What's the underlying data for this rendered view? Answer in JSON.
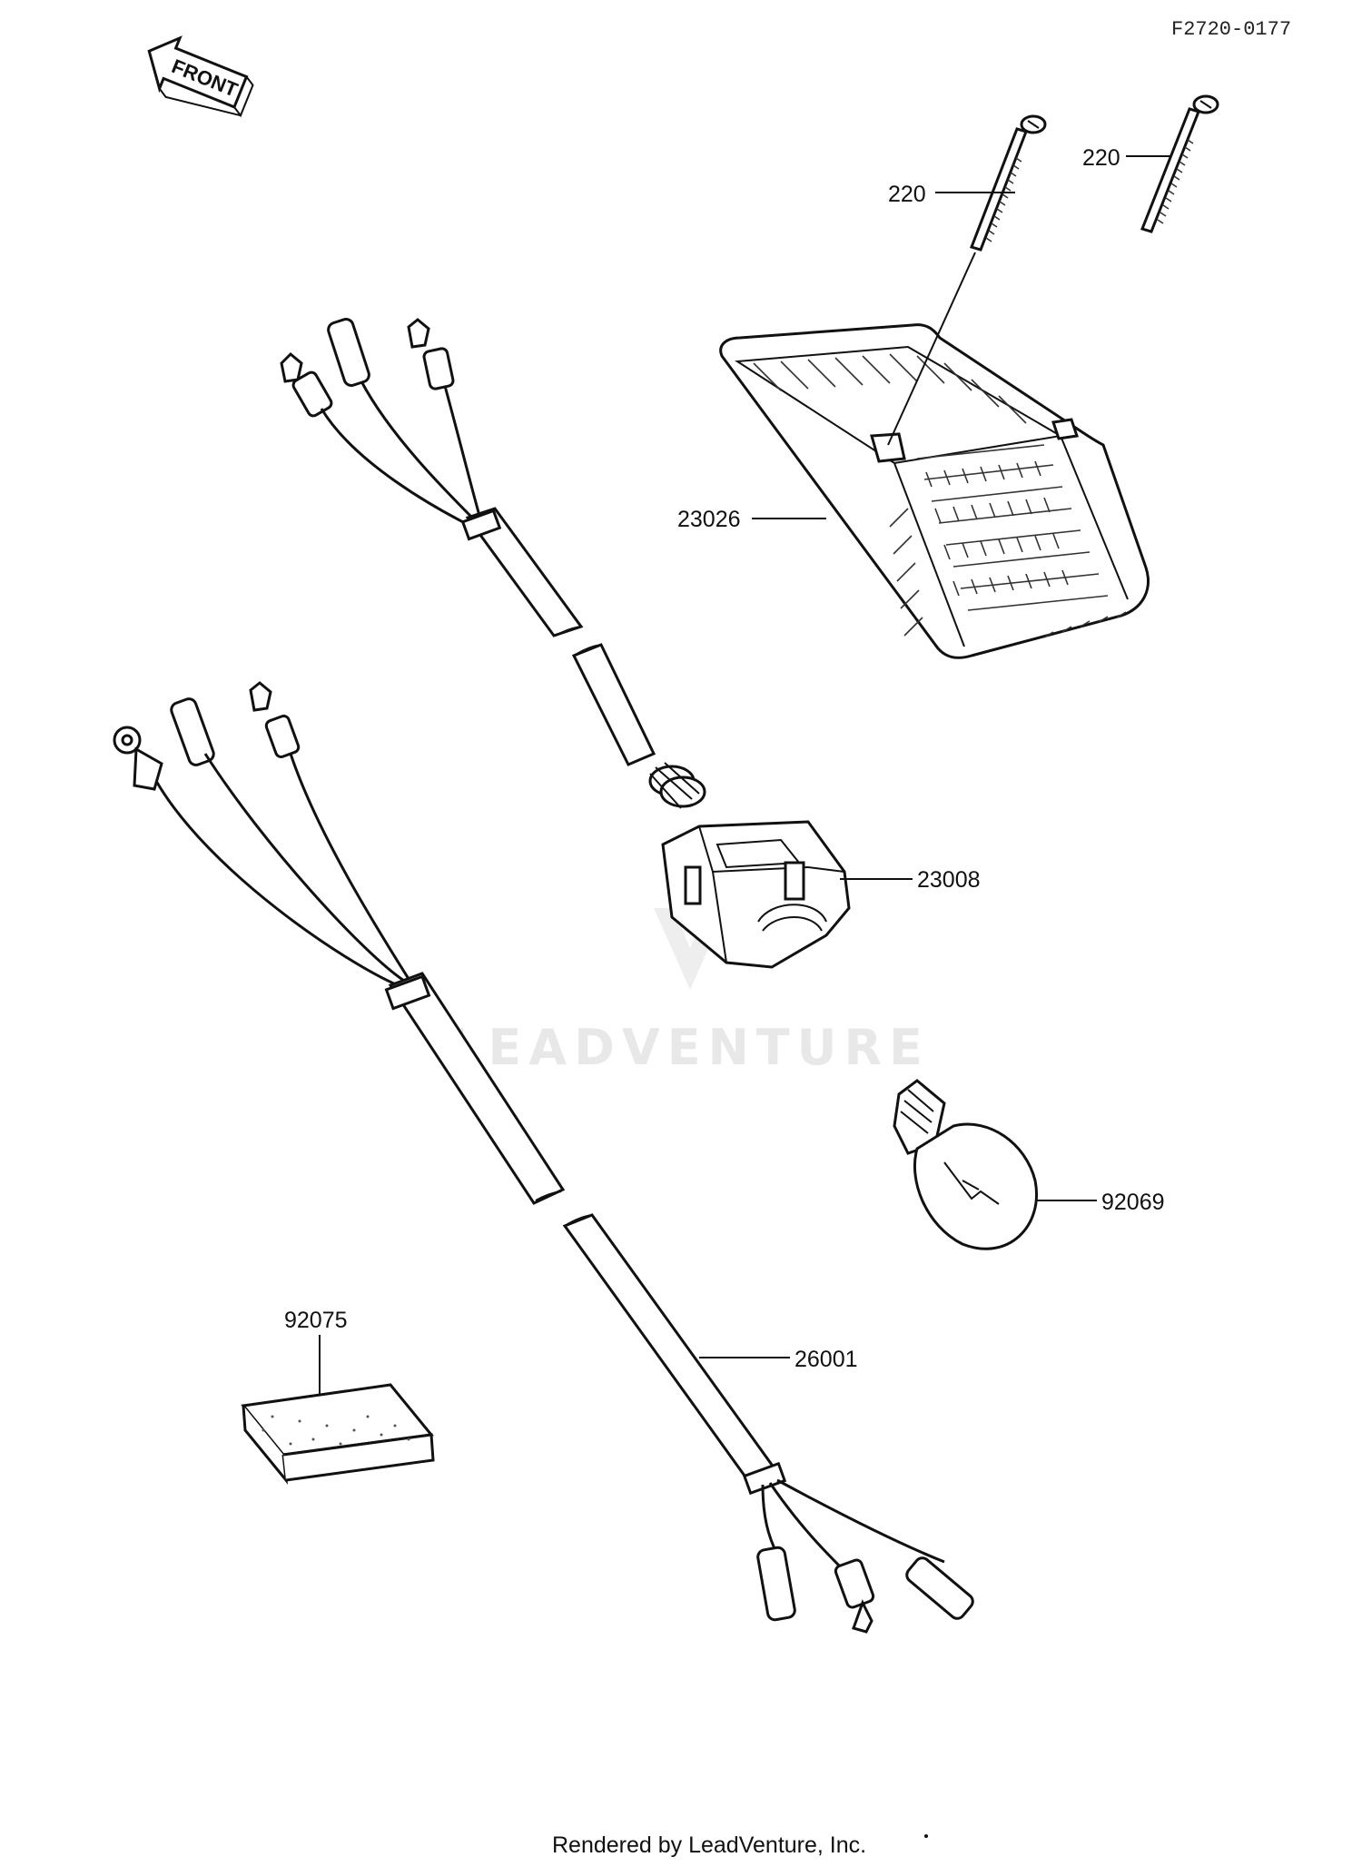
{
  "diagram_code": "F2720-0177",
  "front_arrow_label": "FRONT",
  "watermark": "LEADVENTURE",
  "footer": "Rendered by LeadVenture, Inc.",
  "callouts": {
    "screw_left": "220",
    "screw_right": "220",
    "lens": "23026",
    "socket": "23008",
    "bulb": "92069",
    "harness": "26001",
    "pad": "92075"
  }
}
